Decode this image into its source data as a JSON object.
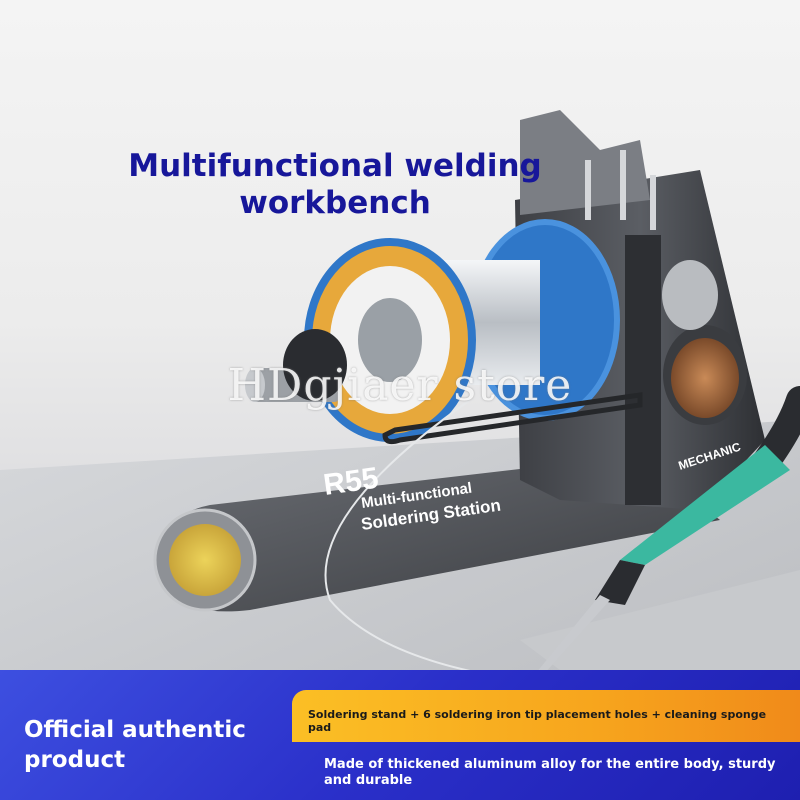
{
  "headline": {
    "line1": "Multifunctional welding",
    "line2": "workbench"
  },
  "watermark": "HDgjiaer store",
  "product_print": {
    "model": "R55",
    "line1": "Multi-functional",
    "line2": "Soldering Station",
    "brand": "MECHANIC"
  },
  "bottom_panel": {
    "title_line1": "Official authentic",
    "title_line2": "product",
    "feature_strip": "Soldering stand + 6 soldering iron tip placement holes + cleaning sponge pad",
    "feature_desc": "Made of thickened aluminum alloy for the entire body, sturdy and durable"
  },
  "colors": {
    "headline": "#17179a",
    "panel_blue": "#2a2fc9",
    "strip_yellow": "#fbbf25",
    "sponge": "#e2c44a",
    "handle_green": "#3bb8a0"
  }
}
